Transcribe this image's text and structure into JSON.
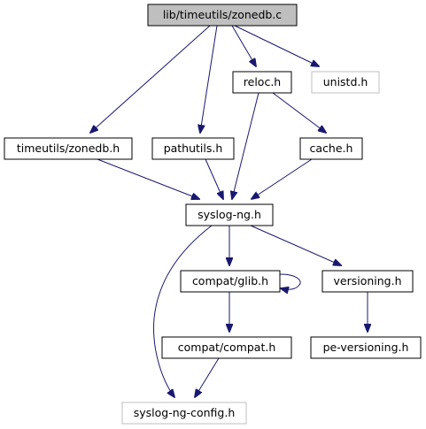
{
  "graph": {
    "nodes": [
      {
        "id": "root",
        "label": "lib/timeutils/zonedb.c",
        "style": "root"
      },
      {
        "id": "reloc",
        "label": "reloc.h",
        "style": "normal"
      },
      {
        "id": "unistd",
        "label": "unistd.h",
        "style": "external"
      },
      {
        "id": "tzdb",
        "label": "timeutils/zonedb.h",
        "style": "normal"
      },
      {
        "id": "pathutils",
        "label": "pathutils.h",
        "style": "normal"
      },
      {
        "id": "cache",
        "label": "cache.h",
        "style": "normal"
      },
      {
        "id": "syslogng",
        "label": "syslog-ng.h",
        "style": "normal"
      },
      {
        "id": "glib",
        "label": "compat/glib.h",
        "style": "normal"
      },
      {
        "id": "versioning",
        "label": "versioning.h",
        "style": "normal"
      },
      {
        "id": "compat",
        "label": "compat/compat.h",
        "style": "normal"
      },
      {
        "id": "pever",
        "label": "pe-versioning.h",
        "style": "normal"
      },
      {
        "id": "config",
        "label": "syslog-ng-config.h",
        "style": "external"
      }
    ],
    "edges": [
      {
        "from": "root",
        "to": "tzdb"
      },
      {
        "from": "root",
        "to": "pathutils"
      },
      {
        "from": "root",
        "to": "reloc"
      },
      {
        "from": "root",
        "to": "unistd"
      },
      {
        "from": "reloc",
        "to": "syslogng"
      },
      {
        "from": "reloc",
        "to": "cache"
      },
      {
        "from": "tzdb",
        "to": "syslogng"
      },
      {
        "from": "pathutils",
        "to": "syslogng"
      },
      {
        "from": "cache",
        "to": "syslogng"
      },
      {
        "from": "syslogng",
        "to": "glib"
      },
      {
        "from": "syslogng",
        "to": "versioning"
      },
      {
        "from": "syslogng",
        "to": "config"
      },
      {
        "from": "glib",
        "to": "glib"
      },
      {
        "from": "glib",
        "to": "compat"
      },
      {
        "from": "versioning",
        "to": "pever"
      },
      {
        "from": "compat",
        "to": "config"
      }
    ],
    "colors": {
      "edge": "#191970",
      "border": "#000000",
      "root_fill": "#bfbfbf",
      "external_border": "#bfbfbf",
      "fill": "#ffffff"
    }
  }
}
